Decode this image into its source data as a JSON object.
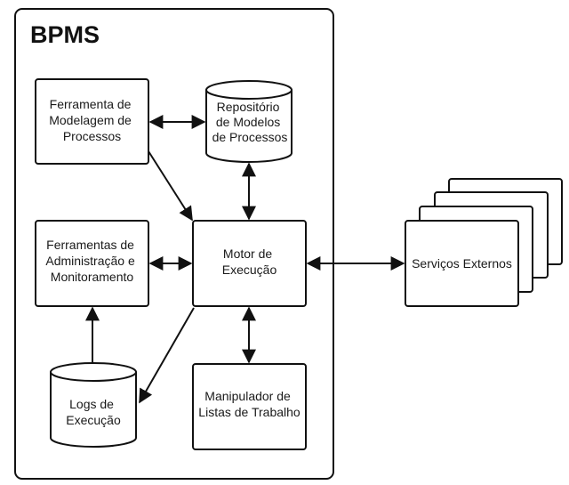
{
  "diagram": {
    "container_title": "BPMS",
    "nodes": {
      "ferramenta_modelagem": [
        "Ferramenta de",
        "Modelagem de",
        "Processos"
      ],
      "repositorio": [
        "Repositório",
        "de Modelos",
        "de Processos"
      ],
      "ferramentas_admin": [
        "Ferramentas de",
        "Administração e",
        "Monitoramento"
      ],
      "motor": [
        "Motor de",
        "Execução"
      ],
      "logs": [
        "Logs de",
        "Execução"
      ],
      "manipulador": [
        "Manipulador de",
        "Listas de Trabalho"
      ],
      "servicos": [
        "Serviços Externos"
      ]
    },
    "colors": {
      "stroke": "#111111",
      "fill": "#ffffff",
      "text": "#1a1a1a"
    }
  }
}
